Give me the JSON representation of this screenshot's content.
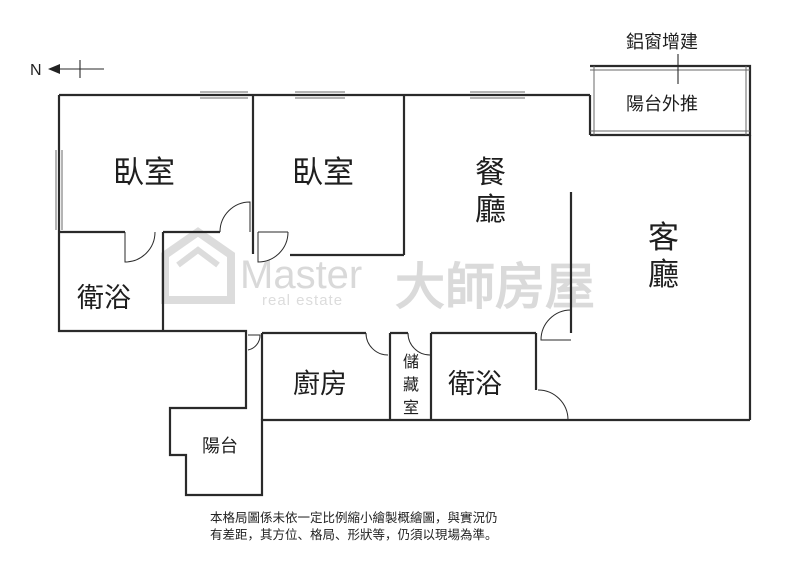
{
  "compass": {
    "label": "N"
  },
  "rooms": {
    "bedroom_1": "臥室",
    "bedroom_2": "臥室",
    "dining": [
      "餐",
      "廳"
    ],
    "living": [
      "客",
      "廳"
    ],
    "bath_1": "衛浴",
    "bath_2": "衛浴",
    "kitchen": "廚房",
    "storage": [
      "儲",
      "藏",
      "室"
    ],
    "balcony": "陽台",
    "balcony_ext": "陽台外推"
  },
  "annotations": {
    "aluminum_window": "鋁窗增建"
  },
  "watermark": {
    "brand": "Master",
    "sub": "real estate",
    "cjk": "大師房屋"
  },
  "disclaimer": [
    "本格局圖係未依一定比例縮小繪製概繪圖，與實況仍",
    "有差距，其方位、格局、形狀等，仍須以現場為準。"
  ]
}
